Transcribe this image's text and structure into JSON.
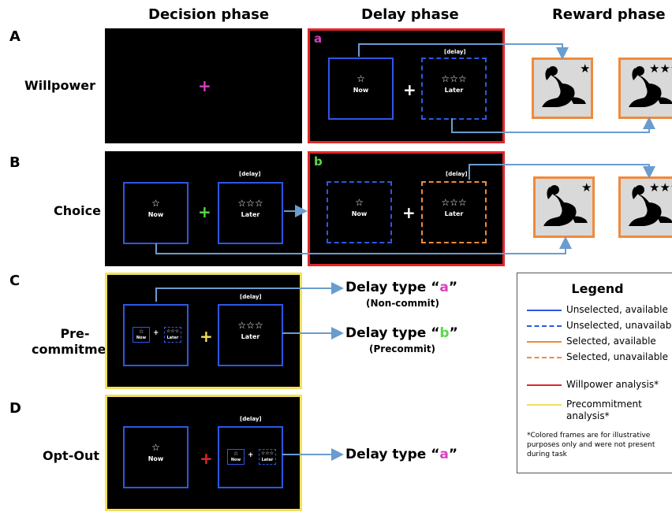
{
  "columns": {
    "decision": "Decision phase",
    "delay": "Delay phase",
    "reward": "Reward phase"
  },
  "rows": {
    "A": {
      "letter": "A",
      "label": "Willpower"
    },
    "B": {
      "letter": "B",
      "label": "Choice"
    },
    "C": {
      "letter": "C",
      "label_line1": "Pre-",
      "label_line2": "commitment"
    },
    "D": {
      "letter": "D",
      "label": "Opt-Out"
    }
  },
  "screen_text": {
    "now": "Now",
    "later": "Later",
    "delay_tag": "[delay]",
    "one_star": "☆",
    "three_stars": "☆☆☆",
    "cross": "+"
  },
  "panel_letters": {
    "a": "a",
    "b": "b"
  },
  "reward_stars": {
    "one": "★",
    "three": "★★★"
  },
  "delay_types": {
    "prefix": "Delay type “",
    "suffix": "”",
    "c_a_letter": "a",
    "c_a_sub": "(Non-commit)",
    "c_b_letter": "b",
    "c_b_sub": "(Precommit)",
    "d_a_letter": "a"
  },
  "legend": {
    "title": "Legend",
    "items": [
      {
        "label": "Unselected, available"
      },
      {
        "label": "Unselected, unavailable"
      },
      {
        "label": "Selected, available"
      },
      {
        "label": "Selected, unavailable"
      },
      {
        "label": "Willpower analysis*"
      },
      {
        "label_line1": "Precommitment",
        "label_line2": "analysis*"
      }
    ],
    "note_line1": "*Colored frames are for illustrative",
    "note_line2": "purposes only and were not present",
    "note_line3": "during task"
  },
  "colors": {
    "blue": "#2d57e6",
    "orange": "#f08a3c",
    "red": "#e0262a",
    "yellow": "#f2e05a",
    "magenta": "#d93fbf",
    "green": "#59d94a",
    "arrow": "#6a9ccf"
  }
}
